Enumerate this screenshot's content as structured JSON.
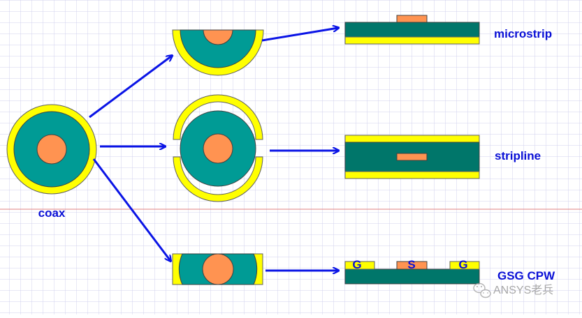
{
  "labels": {
    "coax": "coax",
    "microstrip": "microstrip",
    "stripline": "stripline",
    "cpw": "GSG CPW",
    "ground_left": "G",
    "signal": "S",
    "ground_right": "G"
  },
  "watermark": {
    "text": "ANSYS老兵",
    "icon": "wechat-icon"
  },
  "colors": {
    "conductor_yellow": "#ffff00",
    "dielectric_teal": "#009b95",
    "substrate_teal": "#00766a",
    "signal_orange": "#ff9351",
    "arrow_blue": "#0a14e6",
    "label_blue": "#0a10d6",
    "grid_line": "#d0d0ee",
    "red_rule": "#e08080"
  }
}
